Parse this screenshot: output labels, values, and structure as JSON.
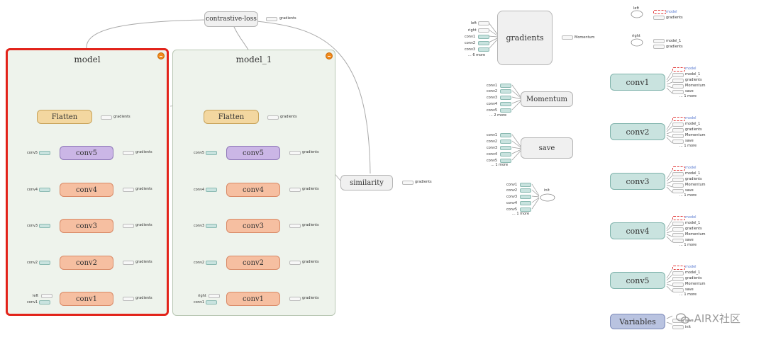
{
  "graph": {
    "top_node": "contrastive-loss",
    "gradients": "gradients",
    "groups": [
      {
        "title": "model",
        "flatten": "Flatten",
        "convs": [
          "conv5",
          "conv4",
          "conv3",
          "conv2",
          "conv1"
        ],
        "inputs": [
          "conv5",
          "conv4",
          "conv3",
          "conv2"
        ],
        "conv1_inputs": [
          "left",
          "conv1"
        ]
      },
      {
        "title": "model_1",
        "flatten": "Flatten",
        "convs": [
          "conv5",
          "conv4",
          "conv3",
          "conv2",
          "conv1"
        ],
        "inputs": [
          "conv5",
          "conv4",
          "conv3",
          "conv2"
        ],
        "conv1_inputs": [
          "right",
          "conv1"
        ]
      }
    ],
    "similarity": "similarity"
  },
  "aux": {
    "gradients_node": "gradients",
    "gradients_inputs": [
      "left",
      "right",
      "conv1",
      "conv2",
      "conv3",
      "... 6 more"
    ],
    "gradients_output": "Momentum",
    "momentum_node": "Momentum",
    "momentum_inputs": [
      "conv1",
      "conv2",
      "conv3",
      "conv4",
      "conv5",
      "... 2 more"
    ],
    "save_node": "save",
    "save_inputs": [
      "conv1",
      "conv2",
      "conv3",
      "conv4",
      "conv5",
      "... 1 more"
    ],
    "init_label": "init",
    "init_inputs": [
      "conv1",
      "conv2",
      "conv3",
      "conv4",
      "conv5",
      "... 1 more"
    ]
  },
  "right_panel": {
    "left_ref": {
      "name": "left",
      "out1": "model",
      "out2": "gradients"
    },
    "right_ref": {
      "name": "right",
      "out1": "model_1",
      "out2": "gradients"
    },
    "vars": [
      {
        "name": "conv1",
        "outs": [
          "model",
          "model_1",
          "gradients",
          "Momentum",
          "save",
          "... 1 more"
        ]
      },
      {
        "name": "conv2",
        "outs": [
          "model",
          "model_1",
          "gradients",
          "Momentum",
          "save",
          "... 1 more"
        ]
      },
      {
        "name": "conv3",
        "outs": [
          "model",
          "model_1",
          "gradients",
          "Momentum",
          "save",
          "... 1 more"
        ]
      },
      {
        "name": "conv4",
        "outs": [
          "model",
          "model_1",
          "gradients",
          "Momentum",
          "save",
          "... 1 more"
        ]
      },
      {
        "name": "conv5",
        "outs": [
          "model",
          "model_1",
          "gradients",
          "Momentum",
          "save",
          "... 1 more"
        ]
      }
    ],
    "variables": {
      "name": "Variables",
      "outs": [
        "save",
        "init"
      ]
    }
  },
  "watermark": "AIRX社区",
  "colors": {
    "conv": "#f6bfa1",
    "conv5_selected": "#cbb6e6",
    "flatten": "#f3d7a0",
    "group_bg": "#eef3ec",
    "highlight": "#e2231a",
    "var_node": "#c9e3df"
  }
}
